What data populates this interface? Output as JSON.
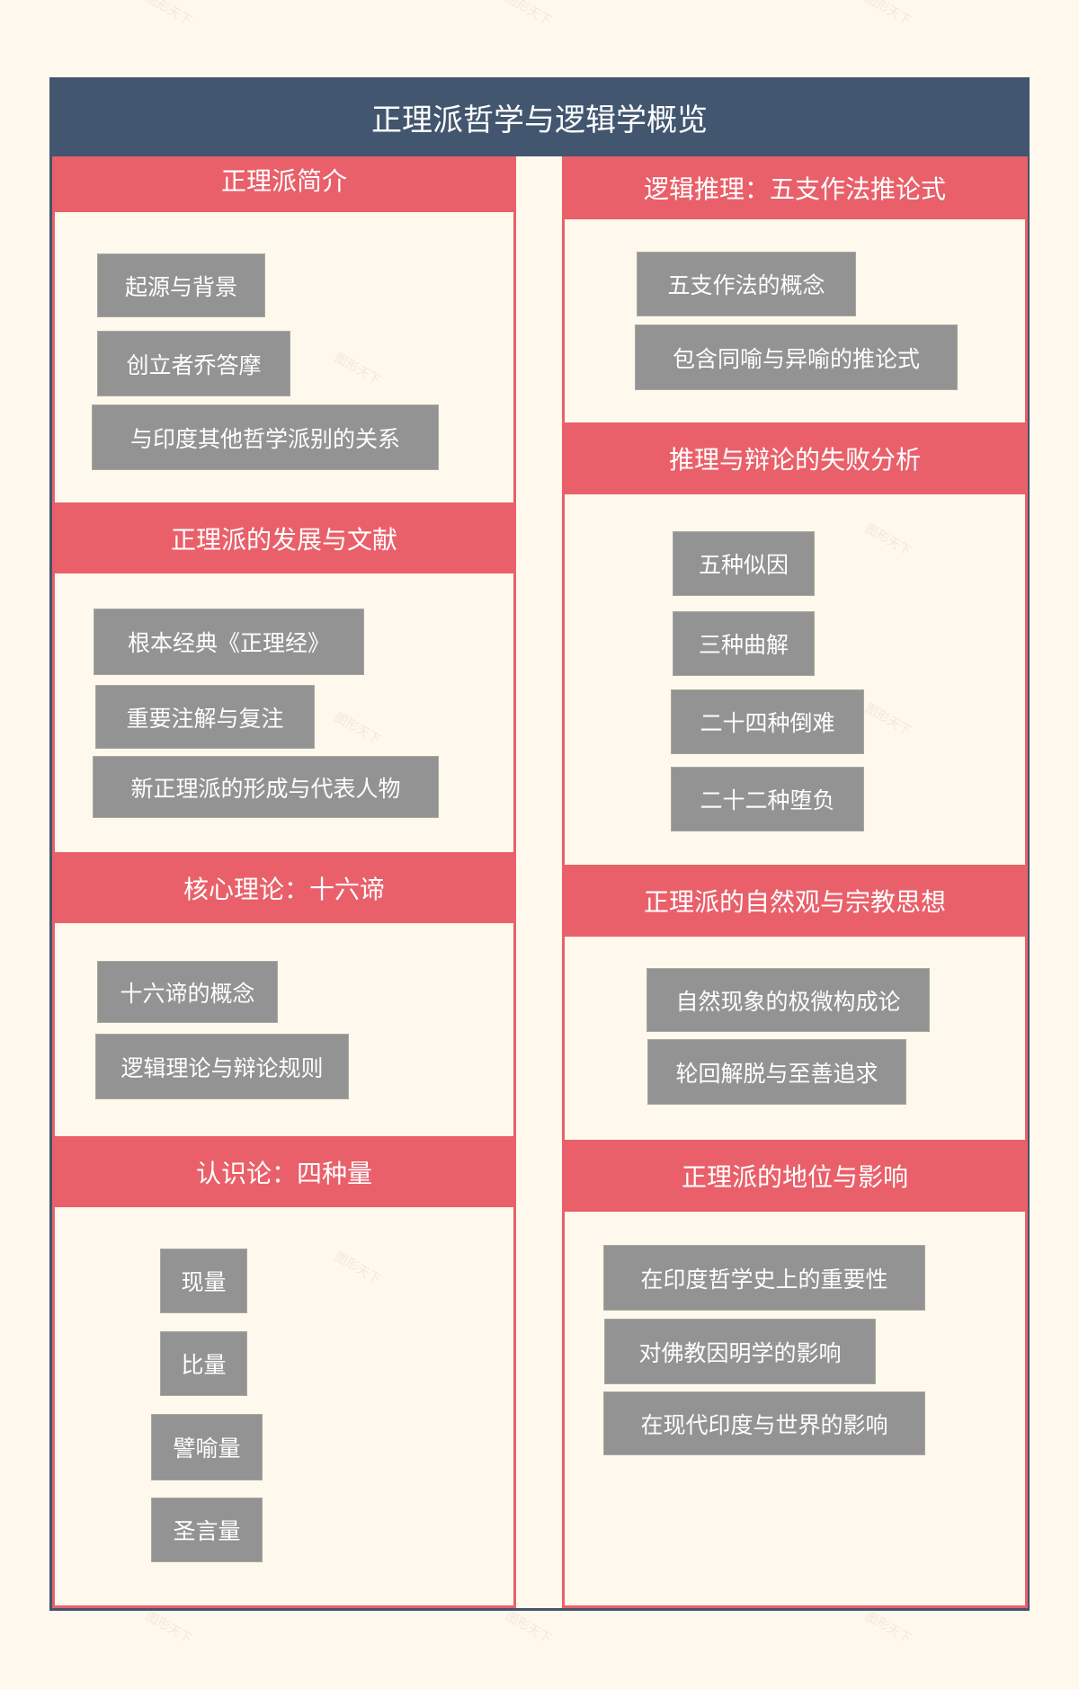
{
  "title": "正理派哲学与逻辑学概览",
  "colors": {
    "background": "#FEF9EC",
    "title_bar": "#42566F",
    "section_header": "#E9606A",
    "item_box": "#939393",
    "text_light": "#FFFFFF"
  },
  "watermark": "图形天下",
  "left_column": [
    {
      "header": "正理派简介",
      "items": [
        "起源与背景",
        "创立者乔答摩",
        "与印度其他哲学派别的关系"
      ]
    },
    {
      "header": "正理派的发展与文献",
      "items": [
        "根本经典《正理经》",
        "重要注解与复注",
        "新正理派的形成与代表人物"
      ]
    },
    {
      "header": "核心理论：十六谛",
      "items": [
        "十六谛的概念",
        "逻辑理论与辩论规则"
      ]
    },
    {
      "header": "认识论：四种量",
      "items": [
        "现量",
        "比量",
        "譬喻量",
        "圣言量"
      ]
    }
  ],
  "right_column": [
    {
      "header": "逻辑推理：五支作法推论式",
      "items": [
        "五支作法的概念",
        "包含同喻与异喻的推论式"
      ]
    },
    {
      "header": "推理与辩论的失败分析",
      "items": [
        "五种似因",
        "三种曲解",
        "二十四种倒难",
        "二十二种堕负"
      ]
    },
    {
      "header": "正理派的自然观与宗教思想",
      "items": [
        "自然现象的极微构成论",
        "轮回解脱与至善追求"
      ]
    },
    {
      "header": "正理派的地位与影响",
      "items": [
        "在印度哲学史上的重要性",
        "对佛教因明学的影响",
        "在现代印度与世界的影响"
      ]
    }
  ]
}
